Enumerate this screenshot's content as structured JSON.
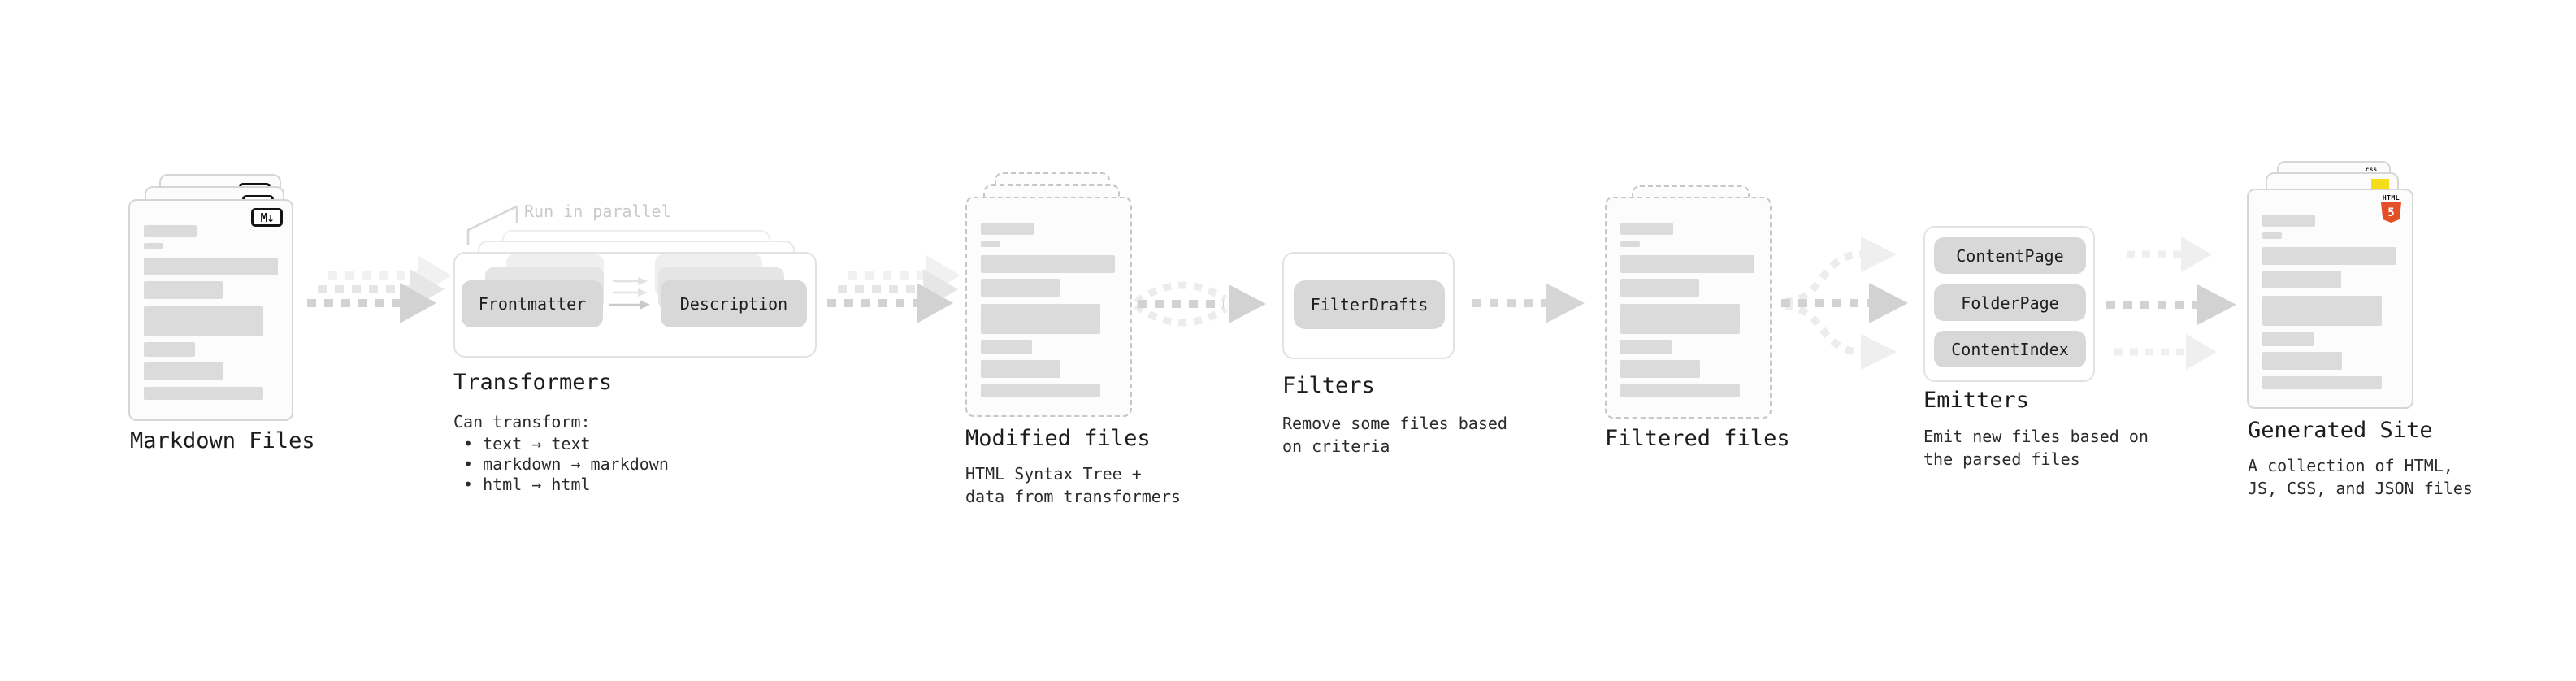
{
  "nodes": {
    "markdown_files": {
      "label": "Markdown Files",
      "icon_label": "M↓"
    },
    "transformers": {
      "label": "Transformers",
      "parallel_note": "Run in parallel",
      "chips": [
        "Frontmatter",
        "Description"
      ],
      "desc_title": "Can transform:",
      "bullets": [
        "• text → text",
        "• markdown → markdown",
        "• html → html"
      ]
    },
    "modified_files": {
      "label": "Modified files",
      "desc": [
        "HTML Syntax Tree +",
        "data from transformers"
      ]
    },
    "filters": {
      "label": "Filters",
      "chip": "FilterDrafts",
      "desc": [
        "Remove some files based",
        "on criteria"
      ]
    },
    "filtered_files": {
      "label": "Filtered files"
    },
    "emitters": {
      "label": "Emitters",
      "chips": [
        "ContentPage",
        "FolderPage",
        "ContentIndex"
      ],
      "desc": [
        "Emit new files based on",
        "the parsed files"
      ]
    },
    "generated_site": {
      "label": "Generated Site",
      "desc": [
        "A collection of HTML,",
        "JS, CSS, and JSON files"
      ],
      "badges": {
        "html_label": "HTML",
        "html_number": "5",
        "css_label": "css"
      }
    }
  },
  "colors": {
    "html5_orange": "#e34f26",
    "js_yellow": "#f5de19",
    "css_blue": "#2962ef",
    "chip_gray": "#d8d8d8",
    "arrow_gray": "#d2d2d2",
    "arrow_light_gray": "#ececec",
    "text": "#1f1f1f"
  }
}
